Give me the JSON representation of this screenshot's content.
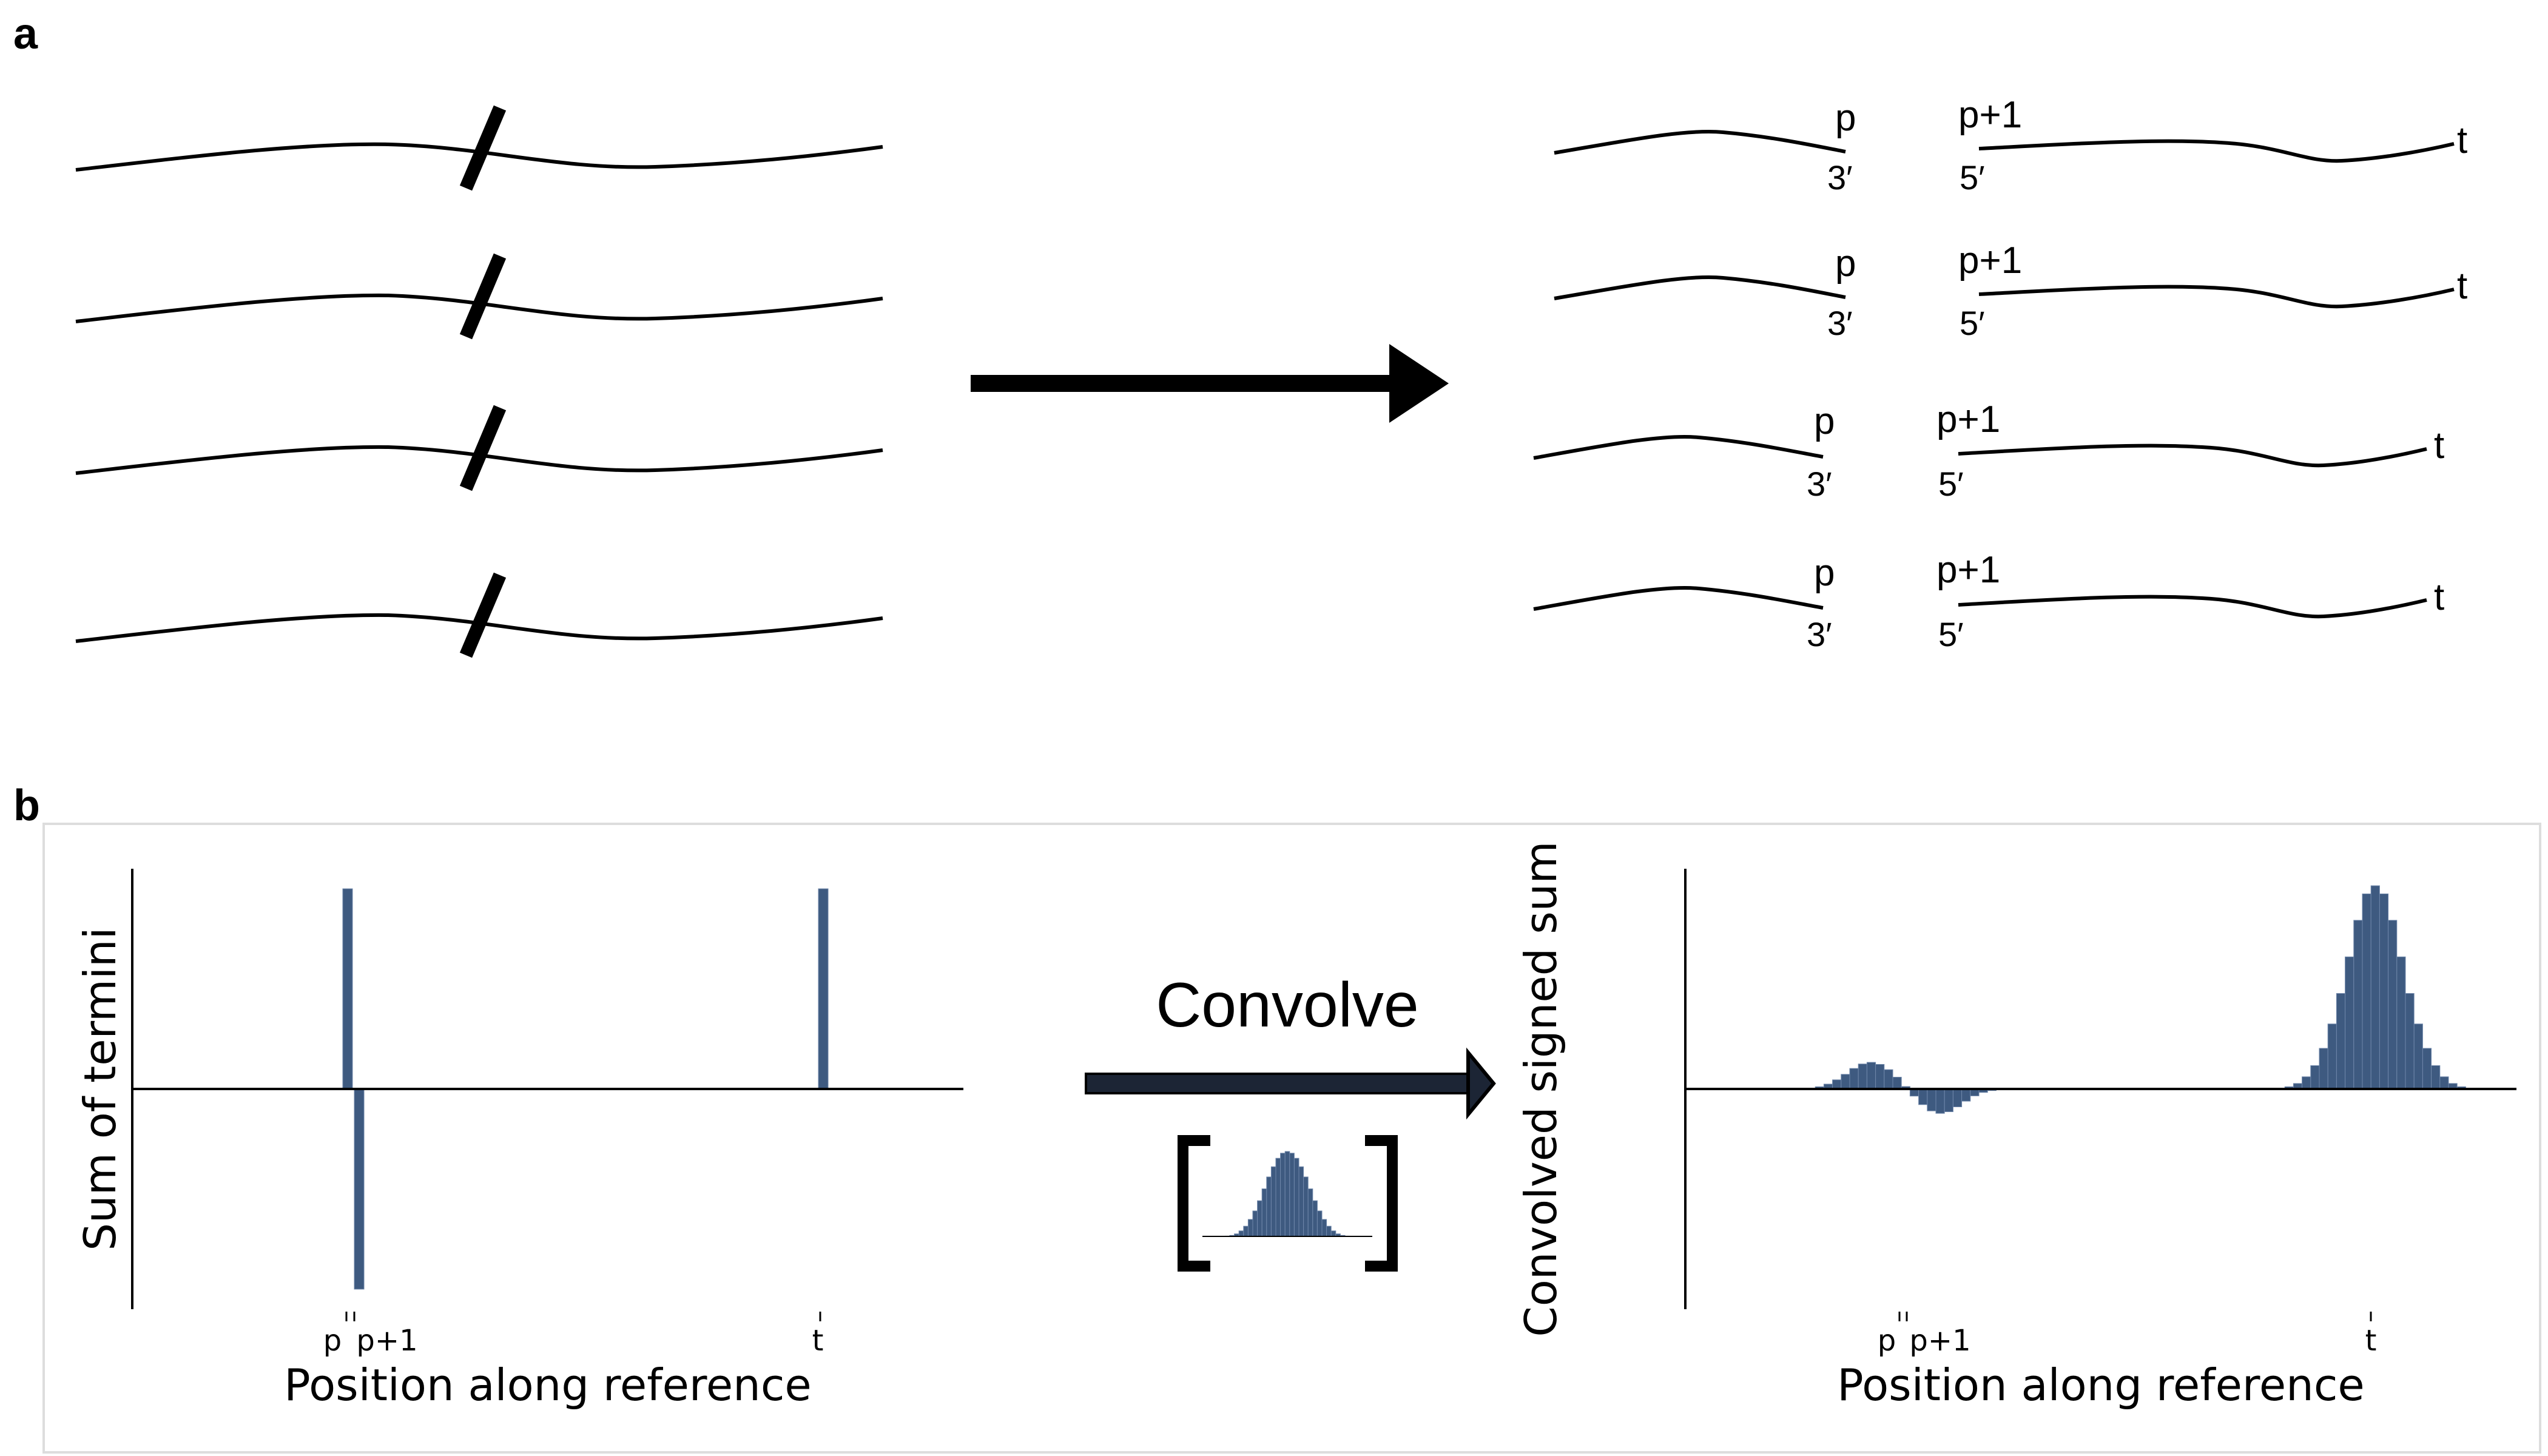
{
  "panel_a": {
    "letter": "a",
    "fragment_labels": {
      "p": "p",
      "p1": "p+1",
      "t": "t",
      "three_prime": "3′",
      "five_prime": "5′"
    }
  },
  "panel_b": {
    "letter": "b",
    "convolve_label": "Convolve"
  },
  "colors": {
    "bar": "#3e5a80",
    "line": "#000000",
    "border": "#dddddd"
  },
  "chart_data": [
    {
      "type": "bar",
      "title": "",
      "xlabel": "Position along reference",
      "ylabel": "Sum of termini",
      "x_ticks": [
        "p",
        "p+1",
        "t"
      ],
      "x": [
        "p",
        "p+1",
        "t"
      ],
      "values": [
        1,
        -1,
        1
      ],
      "grid": false
    },
    {
      "type": "bar",
      "title": "",
      "xlabel": "Position along reference",
      "ylabel": "Convolved signed sum",
      "x_ticks": [
        "p",
        "p+1",
        "t"
      ],
      "values": [
        0.004,
        0.011,
        0.024,
        0.045,
        0.072,
        0.101,
        0.123,
        0.131,
        0.121,
        0.095,
        0.058,
        0.012,
        -0.035,
        -0.077,
        -0.108,
        -0.12,
        -0.112,
        -0.088,
        -0.06,
        -0.034,
        -0.017,
        -0.008,
        -0.003,
        -0.001,
        0.0,
        0.004,
        0.011,
        0.027,
        0.06,
        0.115,
        0.2,
        0.32,
        0.47,
        0.65,
        0.83,
        0.96,
        1.0,
        0.96,
        0.83,
        0.65,
        0.47,
        0.32,
        0.2,
        0.115,
        0.06,
        0.027,
        0.011,
        0.004
      ],
      "grid": false
    },
    {
      "type": "bar",
      "title": "",
      "xlabel": "",
      "ylabel": "",
      "values": [
        0.004,
        0.012,
        0.03,
        0.065,
        0.12,
        0.2,
        0.3,
        0.42,
        0.56,
        0.7,
        0.82,
        0.92,
        0.98,
        1.0,
        0.98,
        0.92,
        0.82,
        0.7,
        0.56,
        0.42,
        0.3,
        0.2,
        0.12,
        0.065,
        0.03,
        0.012,
        0.004
      ],
      "grid": false
    }
  ]
}
